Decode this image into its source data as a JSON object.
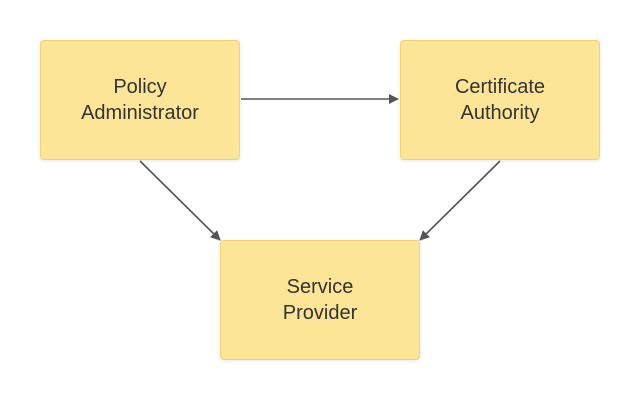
{
  "nodes": {
    "policy_administrator": {
      "line1": "Policy",
      "line2": "Administrator"
    },
    "certificate_authority": {
      "line1": "Certificate",
      "line2": "Authority"
    },
    "service_provider": {
      "line1": "Service",
      "line2": "Provider"
    }
  },
  "edges": [
    {
      "from": "policy_administrator",
      "to": "certificate_authority"
    },
    {
      "from": "policy_administrator",
      "to": "service_provider"
    },
    {
      "from": "certificate_authority",
      "to": "service_provider"
    }
  ],
  "colors": {
    "node_fill": "#fce597",
    "node_border": "#f2d275",
    "text": "#333333",
    "arrow": "#555555"
  }
}
